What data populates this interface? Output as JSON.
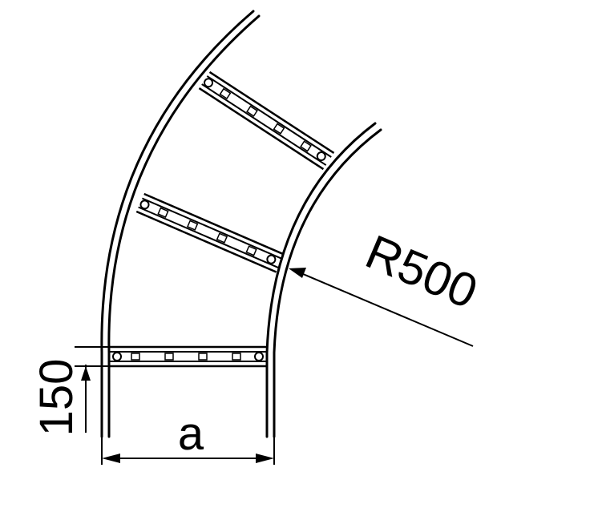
{
  "labels": {
    "radius": "R500",
    "height": "150",
    "width": "a"
  },
  "colors": {
    "line": "#000000",
    "background": "#ffffff"
  }
}
